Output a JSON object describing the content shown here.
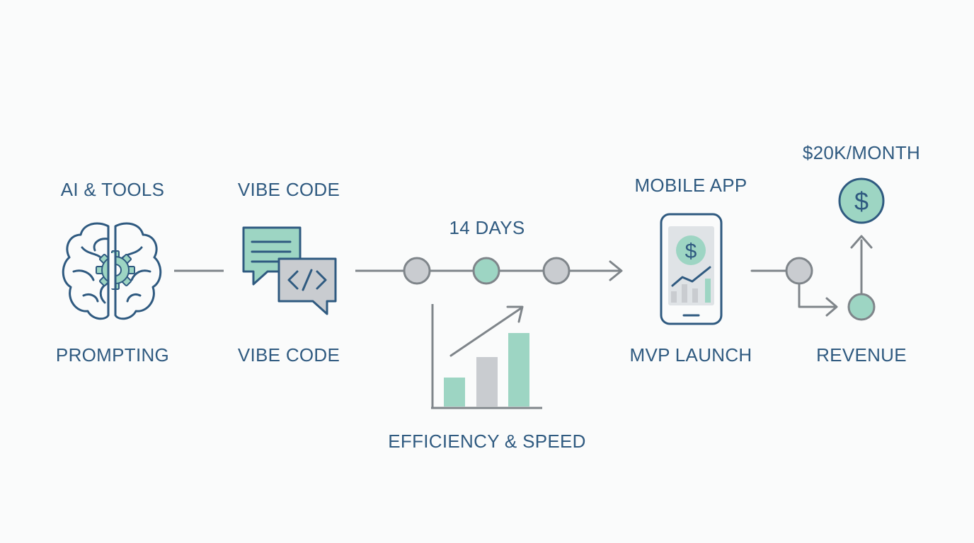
{
  "colors": {
    "navy": "#2f5a80",
    "mint": "#9dd5c3",
    "gray": "#c9ccd0",
    "line": "#7f858a",
    "background": "#fafbfb"
  },
  "stages": {
    "tools": {
      "top_label": "AI & TOOLS",
      "bottom_label": "PROMPTING",
      "icon": "brain-gear-icon"
    },
    "vibe": {
      "top_label": "VIBE CODE",
      "bottom_label": "VIBE CODE",
      "icon": "chat-code-icon"
    },
    "timeline": {
      "label": "14 DAYS",
      "dot_colors": [
        "gray",
        "mint",
        "gray"
      ]
    },
    "efficiency": {
      "label": "EFFICIENCY & SPEED",
      "icon": "bar-chart-icon",
      "bars": [
        {
          "level": 0.28,
          "color": "mint"
        },
        {
          "level": 0.48,
          "color": "gray"
        },
        {
          "level": 0.72,
          "color": "mint"
        }
      ]
    },
    "mobile": {
      "top_label": "MOBILE APP",
      "bottom_label": "MVP LAUNCH",
      "icon": "smartphone-dollar-icon",
      "screen_symbol": "$"
    },
    "revenue": {
      "top_label": "$20K/MONTH",
      "bottom_label": "REVENUE",
      "icon": "dollar-coin-icon",
      "coin_symbol": "$"
    }
  }
}
